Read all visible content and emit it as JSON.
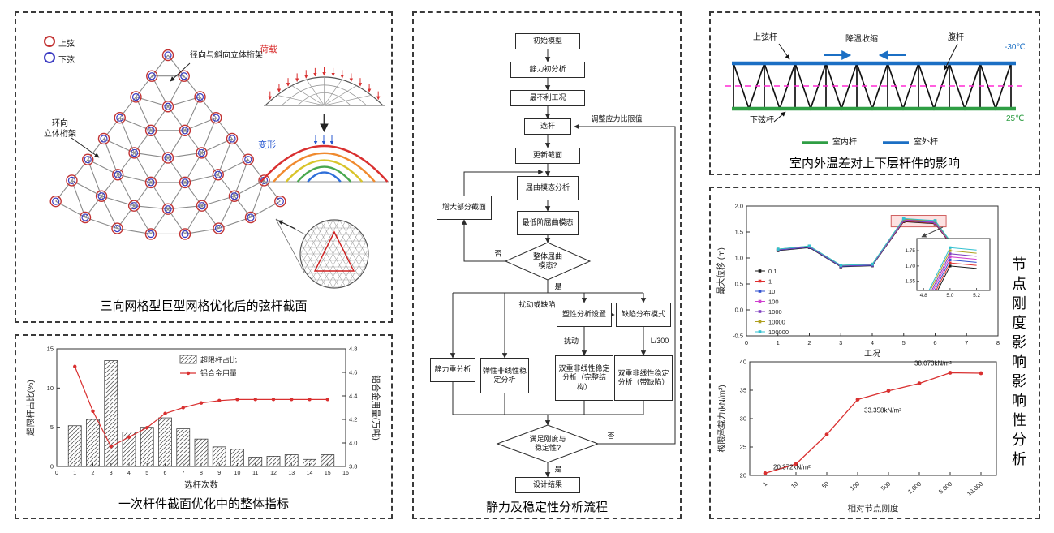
{
  "panels": {
    "dome": {
      "caption": "三向网格型巨型网格优化后的弦杆截面",
      "legend": {
        "upper_chord": "上弦",
        "lower_chord": "下弦"
      },
      "labels": {
        "radial_truss": "径向与斜向立体桁架",
        "ring_truss_line1": "环向",
        "ring_truss_line2": "立体桁架",
        "load": "荷载",
        "deformation": "变形"
      }
    },
    "optimization": {
      "caption": "一次杆件截面优化中的整体指标"
    },
    "flowchart": {
      "caption": "静力及稳定性分析流程",
      "nodes": {
        "initial_model": "初始模型",
        "static_pre": "静力初分析",
        "worst_case": "最不利工况",
        "select_member": "选杆",
        "update_section": "更新截面",
        "buckling_analysis": "屈曲模态分析",
        "lowest_mode": "最低阶屈曲模态",
        "global_mode_q": "整体屈曲模态?",
        "increase_section": "增大部分截面",
        "plastic_setting": "塑性分析设置",
        "defect_mode": "缺陷分布模式",
        "static_re": "静力重分析",
        "elastic_nl": "弹性非线性稳定分析",
        "dual_nl_full": "双重非线性稳定分析（完整结构）",
        "dual_nl_defect": "双重非线性稳定分析（带缺陷）",
        "stiff_stable_q": "满足刚度与稳定性?",
        "design_result": "设计结果"
      },
      "labels": {
        "adjust_ratio": "调整应力比限值",
        "no_1": "否",
        "yes_1": "是",
        "perturb_or_defect": "扰动或缺陷",
        "perturb": "扰动",
        "l300": "L/300",
        "no_2": "否",
        "yes_2": "是"
      }
    },
    "truss": {
      "caption": "室内外温差对上下层杆件的影响",
      "labels": {
        "top_chord": "上弦杆",
        "cooling_shrink": "降温收缩",
        "web_member": "腹杆",
        "bottom_chord": "下弦杆",
        "outdoor_temp": "-30℃",
        "indoor_temp": "25℃"
      },
      "legend": {
        "indoor": "室内杆",
        "outdoor": "室外杆"
      },
      "colors": {
        "outdoor_blue": "#1b6fc4",
        "indoor_green": "#2f9e44",
        "centerline_magenta": "#ff2ad4"
      }
    },
    "stiffness": {
      "side_caption": "节点刚度影响影响性分析"
    }
  },
  "chart_data": [
    {
      "id": "member_optimization",
      "type": "bar",
      "categories": [
        1,
        2,
        3,
        4,
        5,
        6,
        7,
        8,
        9,
        10,
        11,
        12,
        13,
        14,
        15
      ],
      "series": [
        {
          "name": "超限杆占比",
          "type": "bar",
          "axis": "left",
          "values": [
            5.2,
            6.0,
            13.5,
            4.4,
            5.0,
            6.2,
            4.8,
            3.5,
            2.5,
            2.2,
            1.2,
            1.3,
            1.5,
            0.9,
            1.5
          ]
        },
        {
          "name": "铝合金用量",
          "type": "line",
          "axis": "right",
          "color": "#d93030",
          "values": [
            4.65,
            4.27,
            3.97,
            4.05,
            4.13,
            4.25,
            4.3,
            4.34,
            4.36,
            4.37,
            4.37,
            4.37,
            4.37,
            4.37,
            4.37
          ]
        }
      ],
      "xlabel": "选杆次数",
      "ylabel_left": "超限杆占比(%)",
      "ylabel_right": "铝合金用量(万吨)",
      "xlim": [
        0,
        16
      ],
      "ylim_left": [
        0,
        15
      ],
      "ylim_right": [
        3.8,
        4.8
      ],
      "xticks": [
        0,
        1,
        2,
        3,
        4,
        5,
        6,
        7,
        8,
        9,
        10,
        11,
        12,
        13,
        14,
        15,
        16
      ],
      "yticks_left": [
        0,
        5,
        10,
        15
      ],
      "yticks_right": [
        3.8,
        4.0,
        4.2,
        4.4,
        4.6,
        4.8
      ],
      "legend_position": "top-right",
      "grid": false
    },
    {
      "id": "max_displacement",
      "type": "line",
      "x": [
        1,
        2,
        3,
        4,
        5,
        6,
        7
      ],
      "series": [
        {
          "name": "0.1",
          "color": "#1a1a1a",
          "values": [
            1.14,
            1.2,
            0.83,
            0.85,
            1.7,
            1.66,
            0.86
          ]
        },
        {
          "name": "1",
          "color": "#e03030",
          "values": [
            1.15,
            1.21,
            0.84,
            0.86,
            1.71,
            1.67,
            0.87
          ]
        },
        {
          "name": "10",
          "color": "#3050d0",
          "values": [
            1.15,
            1.21,
            0.84,
            0.86,
            1.72,
            1.68,
            0.88
          ]
        },
        {
          "name": "100",
          "color": "#d040d0",
          "values": [
            1.16,
            1.22,
            0.85,
            0.87,
            1.73,
            1.69,
            0.88
          ]
        },
        {
          "name": "1000",
          "color": "#8040c0",
          "values": [
            1.16,
            1.22,
            0.85,
            0.87,
            1.74,
            1.7,
            0.89
          ]
        },
        {
          "name": "10000",
          "color": "#b0a020",
          "values": [
            1.17,
            1.23,
            0.86,
            0.88,
            1.75,
            1.71,
            0.89
          ]
        },
        {
          "name": "100000",
          "color": "#30c0d0",
          "values": [
            1.17,
            1.23,
            0.86,
            0.88,
            1.76,
            1.72,
            0.9
          ]
        }
      ],
      "xlabel": "工况",
      "ylabel": "最大位移 (m)",
      "xlim": [
        0,
        8
      ],
      "ylim": [
        -0.5,
        2.0
      ],
      "xticks": [
        0,
        1,
        2,
        3,
        4,
        5,
        6,
        7,
        8
      ],
      "yticks": [
        -0.5,
        0.0,
        0.5,
        1.0,
        1.5,
        2.0
      ],
      "legend_position": "left",
      "grid": false,
      "inset": {
        "xticks": [
          4.8,
          5.0,
          5.2
        ],
        "yticks": [
          1.65,
          1.7,
          1.75
        ],
        "xlim": [
          4.75,
          5.3
        ],
        "ylim": [
          1.62,
          1.79
        ]
      }
    },
    {
      "id": "ultimate_capacity",
      "type": "line",
      "categories": [
        "1",
        "10",
        "50",
        "100",
        "500",
        "1,000",
        "5,000",
        "10,000"
      ],
      "values": [
        20.372,
        22.0,
        27.2,
        33.358,
        34.9,
        36.2,
        38.073,
        38.0
      ],
      "color": "#d93030",
      "xlabel": "相对节点刚度",
      "ylabel": "极限承载力(kN/m²)",
      "ylim": [
        20,
        40
      ],
      "yticks": [
        20,
        25,
        30,
        35,
        40
      ],
      "grid": false,
      "annotations": [
        {
          "text": "20.372kN/m²",
          "index": 0,
          "dx": 10,
          "dy": -5
        },
        {
          "text": "33.358kN/m²",
          "index": 3,
          "dx": 8,
          "dy": 16
        },
        {
          "text": "38.073kN/m²",
          "index": 6,
          "dx": -44,
          "dy": -9
        }
      ]
    }
  ]
}
